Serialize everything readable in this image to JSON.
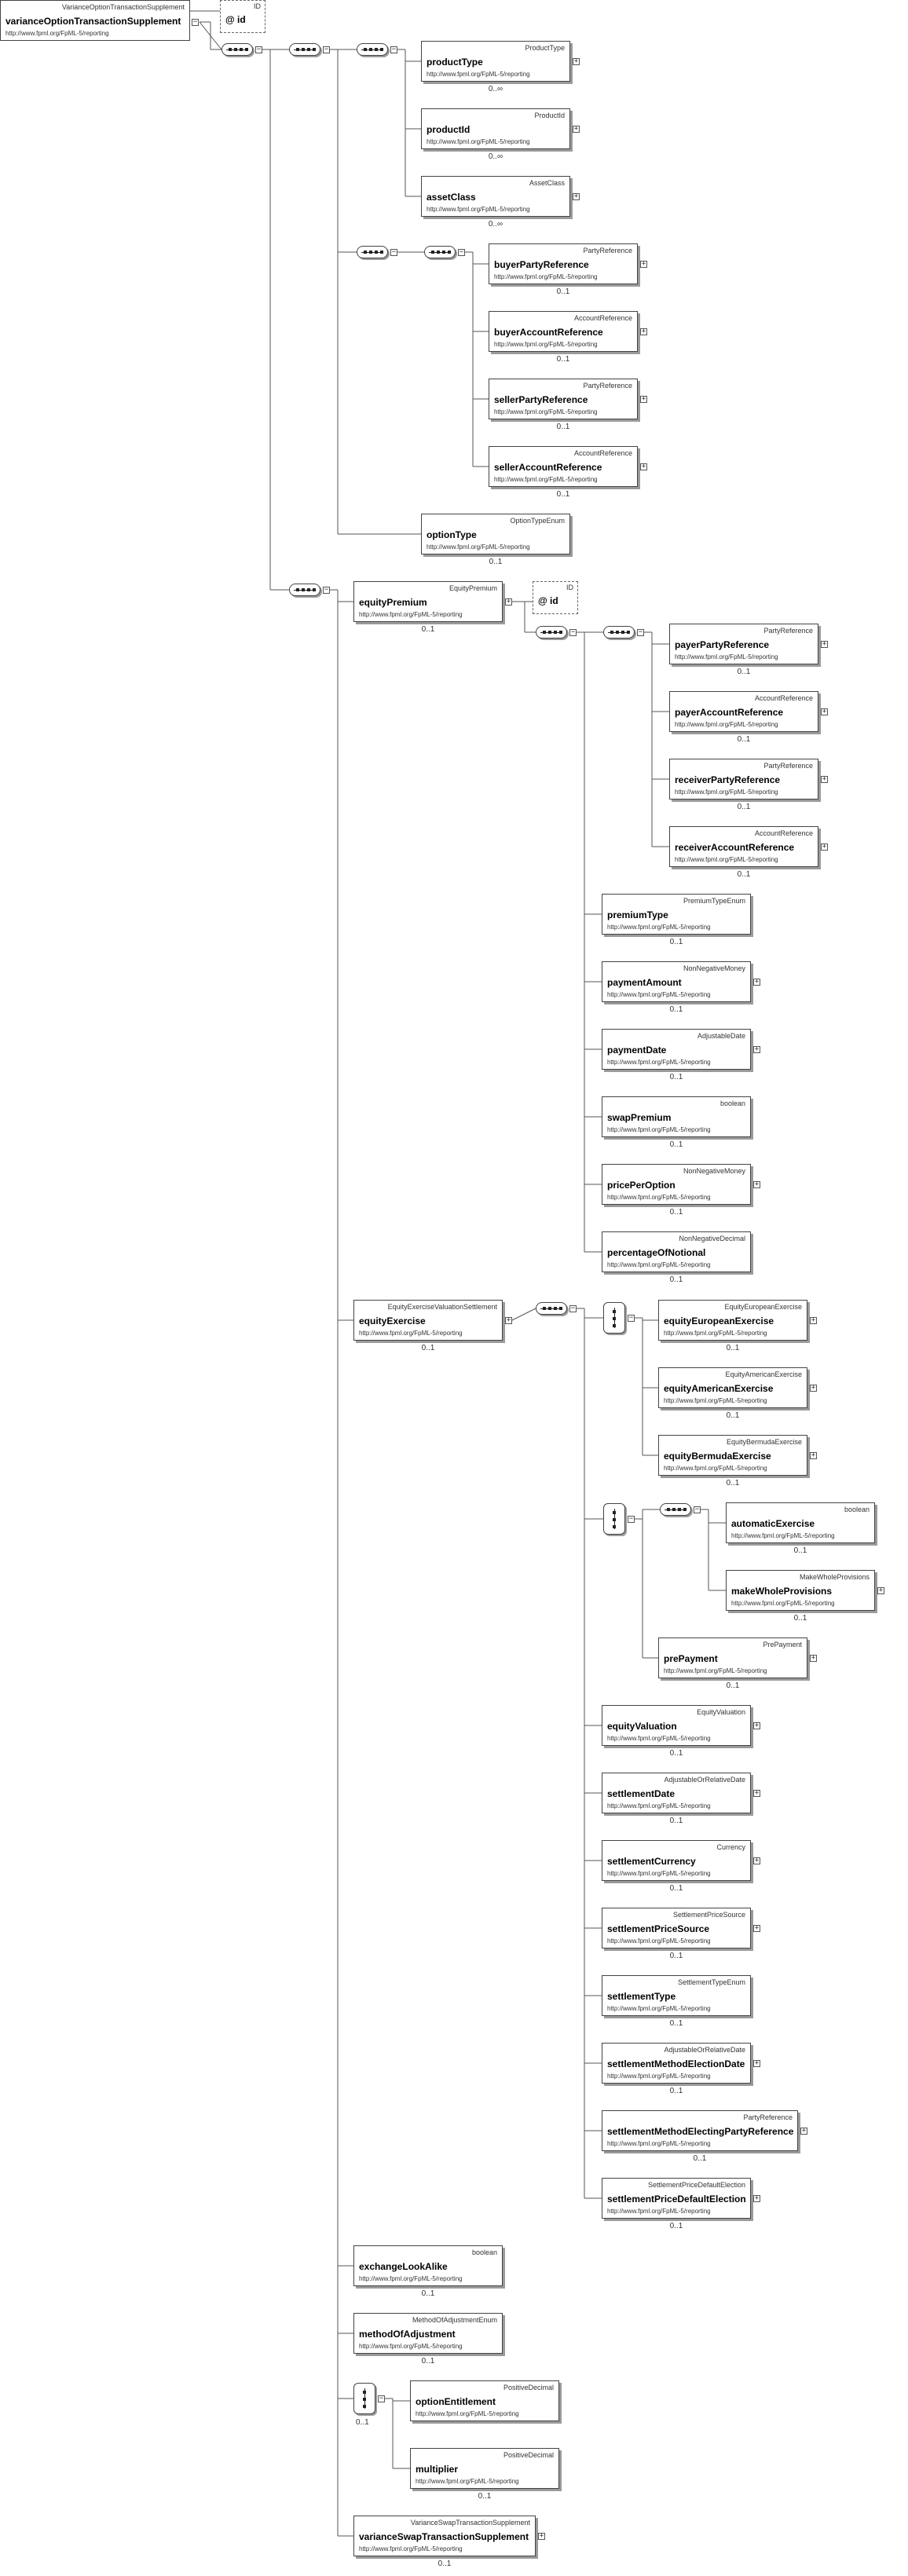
{
  "namespace": "http://www.fpml.org/FpML-5/reporting",
  "root": {
    "name": "varianceOptionTransactionSupplement",
    "type": "VarianceOptionTransactionSupplement"
  },
  "root_attr": {
    "name": "id",
    "type": "ID",
    "symbol": "@"
  },
  "premium_attr": {
    "name": "id",
    "type": "ID",
    "symbol": "@"
  },
  "elements": [
    {
      "name": "productType",
      "type": "ProductType",
      "card": "0..∞",
      "expandable": true
    },
    {
      "name": "productId",
      "type": "ProductId",
      "card": "0..∞",
      "expandable": true
    },
    {
      "name": "assetClass",
      "type": "AssetClass",
      "card": "0..∞",
      "expandable": true
    },
    {
      "name": "buyerPartyReference",
      "type": "PartyReference",
      "card": "0..1",
      "expandable": true
    },
    {
      "name": "buyerAccountReference",
      "type": "AccountReference",
      "card": "0..1",
      "expandable": true
    },
    {
      "name": "sellerPartyReference",
      "type": "PartyReference",
      "card": "0..1",
      "expandable": true
    },
    {
      "name": "sellerAccountReference",
      "type": "AccountReference",
      "card": "0..1",
      "expandable": true
    },
    {
      "name": "optionType",
      "type": "OptionTypeEnum",
      "card": "0..1",
      "expandable": false
    },
    {
      "name": "equityPremium",
      "type": "EquityPremium",
      "card": "0..1",
      "expandable": true
    },
    {
      "name": "payerPartyReference",
      "type": "PartyReference",
      "card": "0..1",
      "expandable": true
    },
    {
      "name": "payerAccountReference",
      "type": "AccountReference",
      "card": "0..1",
      "expandable": true
    },
    {
      "name": "receiverPartyReference",
      "type": "PartyReference",
      "card": "0..1",
      "expandable": true
    },
    {
      "name": "receiverAccountReference",
      "type": "AccountReference",
      "card": "0..1",
      "expandable": true
    },
    {
      "name": "premiumType",
      "type": "PremiumTypeEnum",
      "card": "0..1",
      "expandable": false
    },
    {
      "name": "paymentAmount",
      "type": "NonNegativeMoney",
      "card": "0..1",
      "expandable": true
    },
    {
      "name": "paymentDate",
      "type": "AdjustableDate",
      "card": "0..1",
      "expandable": true
    },
    {
      "name": "swapPremium",
      "type": "boolean",
      "card": "0..1",
      "expandable": false
    },
    {
      "name": "pricePerOption",
      "type": "NonNegativeMoney",
      "card": "0..1",
      "expandable": true
    },
    {
      "name": "percentageOfNotional",
      "type": "NonNegativeDecimal",
      "card": "0..1",
      "expandable": false
    },
    {
      "name": "equityExercise",
      "type": "EquityExerciseValuationSettlement",
      "card": "0..1",
      "expandable": true
    },
    {
      "name": "equityEuropeanExercise",
      "type": "EquityEuropeanExercise",
      "card": "0..1",
      "expandable": true
    },
    {
      "name": "equityAmericanExercise",
      "type": "EquityAmericanExercise",
      "card": "0..1",
      "expandable": true
    },
    {
      "name": "equityBermudaExercise",
      "type": "EquityBermudaExercise",
      "card": "0..1",
      "expandable": true
    },
    {
      "name": "automaticExercise",
      "type": "boolean",
      "card": "0..1",
      "expandable": false
    },
    {
      "name": "makeWholeProvisions",
      "type": "MakeWholeProvisions",
      "card": "0..1",
      "expandable": true
    },
    {
      "name": "prePayment",
      "type": "PrePayment",
      "card": "0..1",
      "expandable": true
    },
    {
      "name": "equityValuation",
      "type": "EquityValuation",
      "card": "0..1",
      "expandable": true
    },
    {
      "name": "settlementDate",
      "type": "AdjustableOrRelativeDate",
      "card": "0..1",
      "expandable": true
    },
    {
      "name": "settlementCurrency",
      "type": "Currency",
      "card": "0..1",
      "expandable": true
    },
    {
      "name": "settlementPriceSource",
      "type": "SettlementPriceSource",
      "card": "0..1",
      "expandable": true
    },
    {
      "name": "settlementType",
      "type": "SettlementTypeEnum",
      "card": "0..1",
      "expandable": false
    },
    {
      "name": "settlementMethodElectionDate",
      "type": "AdjustableOrRelativeDate",
      "card": "0..1",
      "expandable": true
    },
    {
      "name": "settlementMethodElectingPartyReference",
      "type": "PartyReference",
      "card": "0..1",
      "expandable": true
    },
    {
      "name": "settlementPriceDefaultElection",
      "type": "SettlementPriceDefaultElection",
      "card": "0..1",
      "expandable": true
    },
    {
      "name": "exchangeLookAlike",
      "type": "boolean",
      "card": "0..1",
      "expandable": false
    },
    {
      "name": "methodOfAdjustment",
      "type": "MethodOfAdjustmentEnum",
      "card": "0..1",
      "expandable": false
    },
    {
      "name": "optionEntitlement",
      "type": "PositiveDecimal",
      "card": "",
      "expandable": false
    },
    {
      "name": "multiplier",
      "type": "PositiveDecimal",
      "card": "0..1",
      "expandable": false
    },
    {
      "name": "varianceSwapTransactionSupplement",
      "type": "VarianceSwapTransactionSupplement",
      "card": "0..1",
      "expandable": true
    }
  ],
  "compositors": [
    {
      "kind": "sequence",
      "occurs": ""
    },
    {
      "kind": "sequence",
      "occurs": ""
    },
    {
      "kind": "sequence",
      "occurs": ""
    },
    {
      "kind": "sequence",
      "occurs": ""
    },
    {
      "kind": "sequence",
      "occurs": ""
    },
    {
      "kind": "sequence",
      "occurs": ""
    },
    {
      "kind": "sequence",
      "occurs": ""
    },
    {
      "kind": "sequence",
      "occurs": ""
    },
    {
      "kind": "sequence",
      "occurs": ""
    },
    {
      "kind": "choice",
      "occurs": ""
    },
    {
      "kind": "choice",
      "occurs": ""
    },
    {
      "kind": "sequence",
      "occurs": ""
    },
    {
      "kind": "choice",
      "occurs": "0..1"
    }
  ]
}
